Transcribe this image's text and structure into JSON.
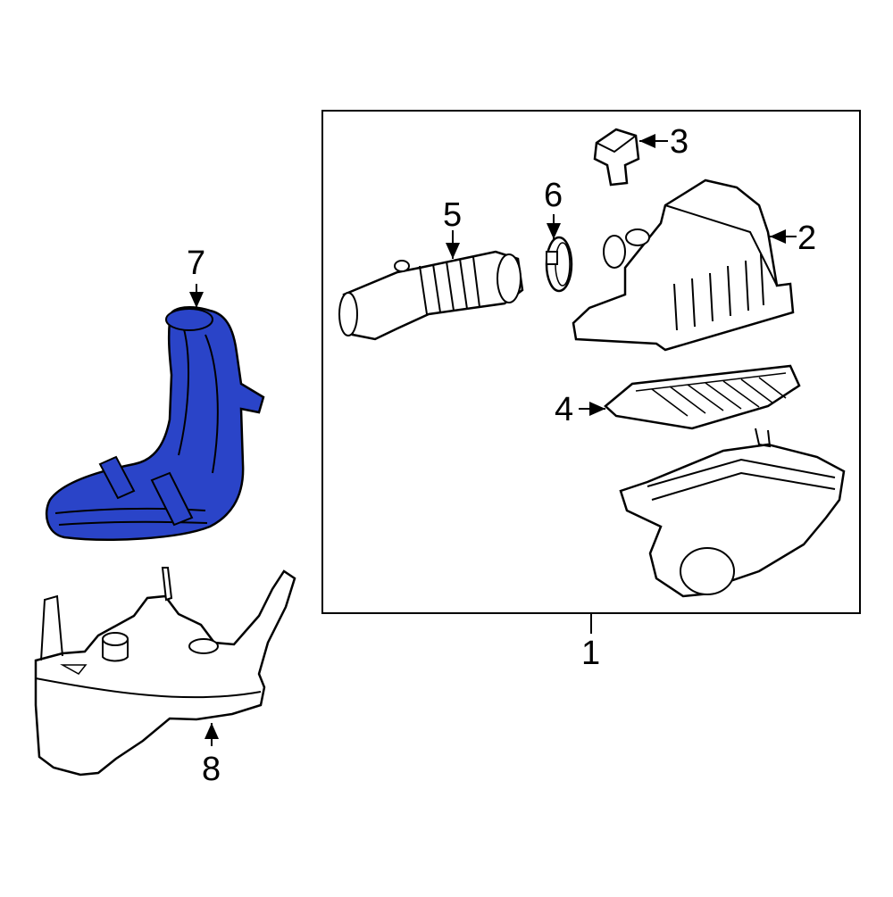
{
  "colors": {
    "highlight": "#2a44c8",
    "outline": "#000000",
    "background": "#ffffff"
  },
  "callouts": {
    "c1": "1",
    "c2": "2",
    "c3": "3",
    "c4": "4",
    "c5": "5",
    "c6": "6",
    "c7": "7",
    "c8": "8"
  },
  "highlighted_part": "7"
}
